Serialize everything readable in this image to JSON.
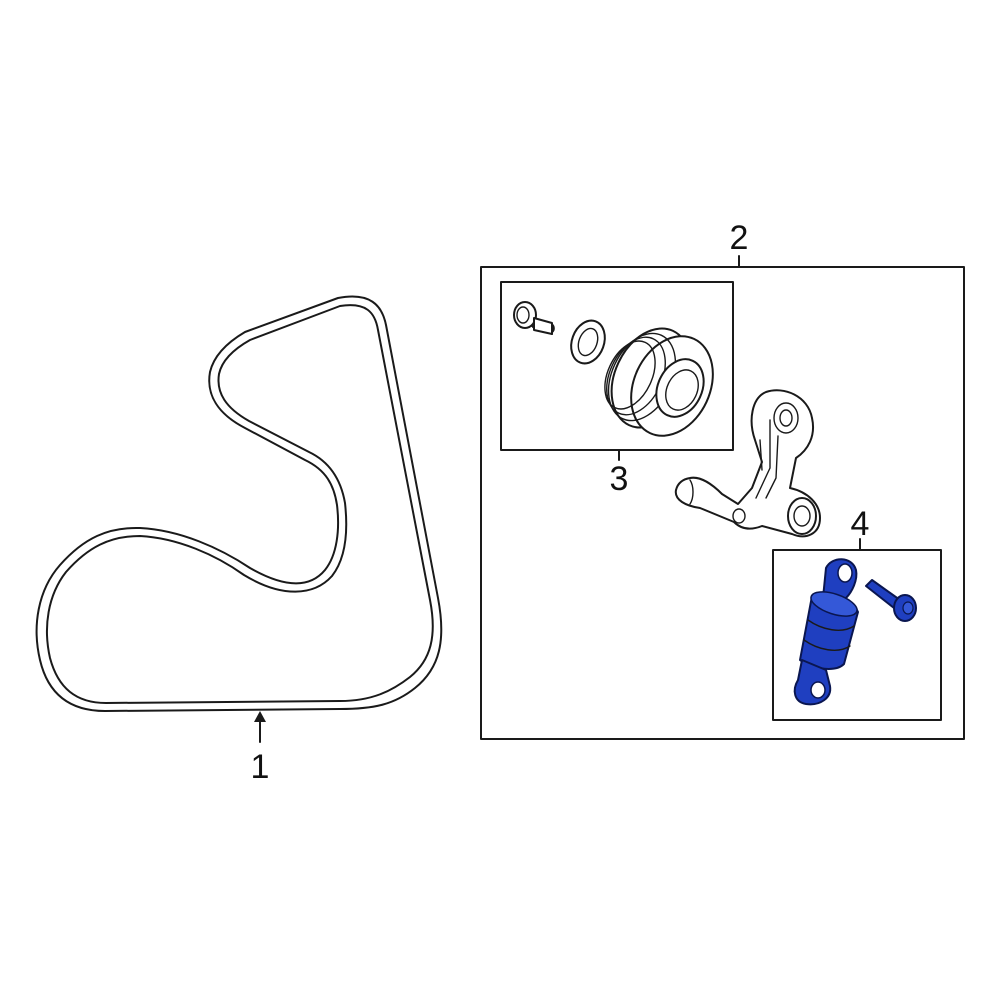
{
  "callouts": {
    "belt": "1",
    "tensioner_assembly": "2",
    "idler_pulley": "3",
    "damper": "4"
  },
  "highlight_color": "#1f3fc0"
}
